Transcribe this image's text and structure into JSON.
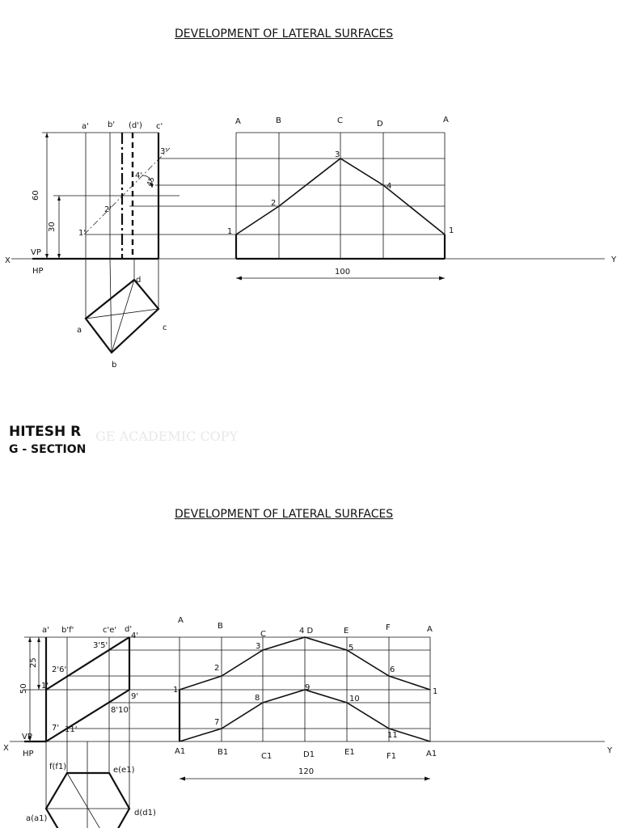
{
  "sheet1": {
    "title": "DEVELOPMENT OF LATERAL SURFACES",
    "labels": {
      "x": "X",
      "y": "Y",
      "vp": "VP",
      "hp": "HP",
      "a_fv": "a'",
      "b_fv": "b'",
      "d_fv": "(d')",
      "c_fv": "c'",
      "p1": "1'",
      "p2": "2'",
      "p3": "3'",
      "p4": "4'",
      "angle": "45",
      "dim_60": "60",
      "dim_30": "30",
      "a_tv": "a",
      "b_tv": "b",
      "c_tv": "c",
      "d_tv": "d",
      "dev_A1": "A",
      "dev_B": "B",
      "dev_C": "C",
      "dev_D": "D",
      "dev_A2": "A",
      "dev_1a": "1",
      "dev_2": "2",
      "dev_3": "3",
      "dev_4": "4",
      "dev_1b": "1",
      "dim_100": "100"
    }
  },
  "author": {
    "name": "HITESH R",
    "section": "G - SECTION",
    "watermark": "GE ACADEMIC COPY"
  },
  "sheet2": {
    "title": "DEVELOPMENT OF LATERAL SURFACES",
    "labels": {
      "x": "X",
      "y": "Y",
      "vp": "VP",
      "hp": "HP",
      "a_fv": "a'",
      "bf_fv": "b'f'",
      "ce_fv": "c'e'",
      "d_fv": "d'",
      "p35": "3'5'",
      "p4": "4'",
      "p26": "2'6'",
      "p1": "1'",
      "p9": "9'",
      "p810": "8'10'",
      "p7": "7'",
      "p11": "11'",
      "dim_25": "25",
      "dim_50": "50",
      "tv_f": "f(f1)",
      "tv_e": "e(e1)",
      "tv_a": "a(a1)",
      "tv_d": "d(d1)",
      "dev_A": "A",
      "dev_B": "B",
      "dev_C": "C",
      "dev_4D": "4 D",
      "dev_E": "E",
      "dev_F": "F",
      "dev_A2": "A",
      "dev_1a": "1",
      "dev_2": "2",
      "dev_3": "3",
      "dev_5": "5",
      "dev_6": "6",
      "dev_1b": "1",
      "dev_7": "7",
      "dev_8": "8",
      "dev_9": "9",
      "dev_10": "10",
      "dev_11": "11",
      "dev_A1a": "A1",
      "dev_B1": "B1",
      "dev_C1": "C1",
      "dev_D1": "D1",
      "dev_E1": "E1",
      "dev_F1": "F1",
      "dev_A1b": "A1",
      "dim_120": "120"
    }
  }
}
